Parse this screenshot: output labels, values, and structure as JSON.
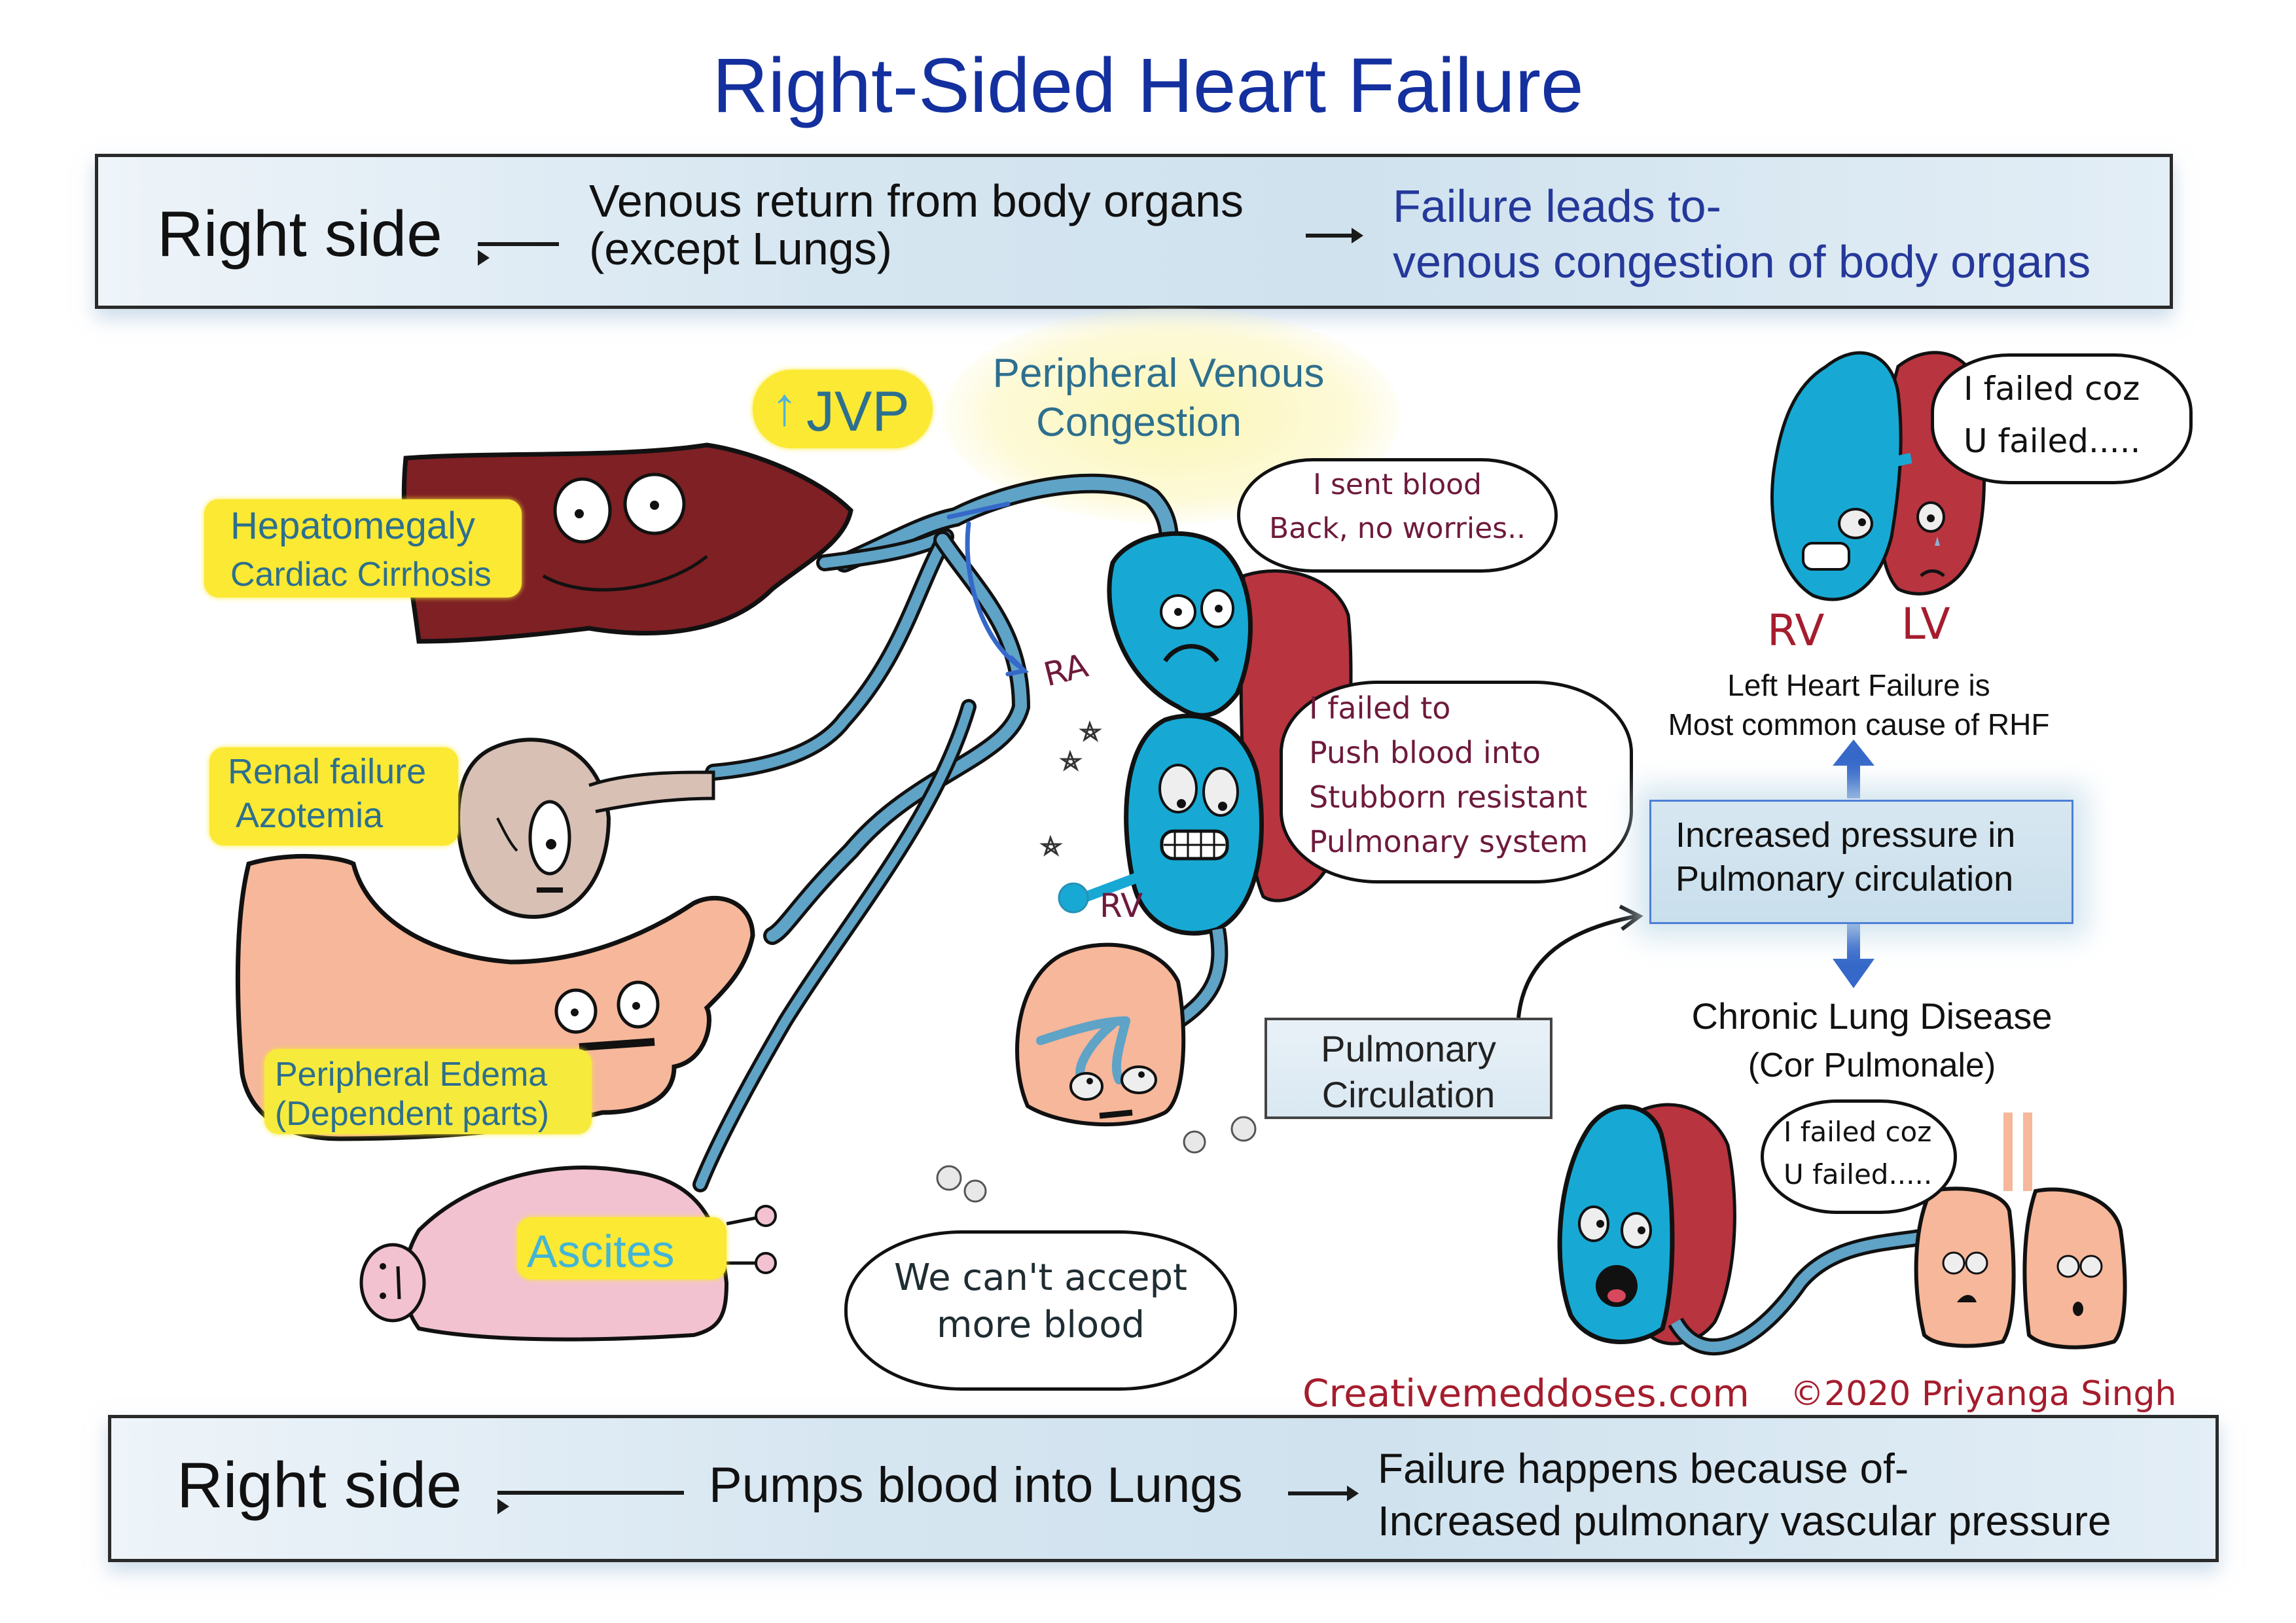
{
  "title": "Right-Sided Heart Failure",
  "top_band": {
    "subject": "Right side",
    "function_line1": "Venous return from body organs",
    "function_line2": "(except Lungs)",
    "consequence_line1": "Failure leads to-",
    "consequence_line2": "venous congestion of body organs"
  },
  "center_labels": {
    "jvp_arrow": "↑",
    "jvp": "JVP",
    "congestion_line1": "Peripheral Venous",
    "congestion_line2": "Congestion"
  },
  "organs": {
    "liver": {
      "line1": "Hepatomegaly",
      "line2": "Cardiac Cirrhosis"
    },
    "kidney": {
      "line1": "Renal failure",
      "line2": "Azotemia"
    },
    "feet": {
      "line1": "Peripheral Edema",
      "line2": "(Dependent parts)"
    },
    "abdomen": {
      "label": "Ascites"
    }
  },
  "heart": {
    "ra_label": "RA",
    "rv_label": "RV",
    "speech_ra": {
      "line1": "I sent blood",
      "line2": "Back, no worries.."
    },
    "speech_rv": {
      "line1": "I failed to",
      "line2": "Push blood into",
      "line3": "Stubborn resistant",
      "line4": "Pulmonary system"
    }
  },
  "lung": {
    "speech": {
      "line1": "We can't accept",
      "line2": "more blood"
    }
  },
  "pulmonary_box": {
    "line1": "Pulmonary",
    "line2": "Circulation"
  },
  "causes": {
    "pair_rv": "RV",
    "pair_lv": "LV",
    "pair_speech": {
      "line1": "I failed coz",
      "line2": "U failed....."
    },
    "left_hf_line1": "Left Heart Failure is",
    "left_hf_line2": "Most common cause of RHF",
    "pressure_line1": "Increased pressure in",
    "pressure_line2": "Pulmonary circulation",
    "lung_disease_line1": "Chronic Lung Disease",
    "lung_disease_line2": "(Cor Pulmonale)",
    "cor_speech": {
      "line1": "I failed coz",
      "line2": "U failed....."
    }
  },
  "credits": {
    "site": "Creativemeddoses.com",
    "copyright": "©2020 Priyanga Singh"
  },
  "bottom_band": {
    "subject": "Right side",
    "function": "Pumps blood into Lungs",
    "cause_line1": "Failure happens because of-",
    "cause_line2": "Increased pulmonary vascular pressure"
  },
  "colors": {
    "title_blue": "#14309f",
    "label_teal": "#2d6f8e",
    "highlight_yellow": "#fbe933",
    "heart_blue": "#17a9d4",
    "heart_red": "#b8343f",
    "liver": "#7e2024",
    "vein_blue": "#5fa3c7",
    "skin_peach": "#f6b79a",
    "ascites_pink": "#f2c2d0",
    "speech_maroon": "#6e1a3c",
    "credit_red": "#a51d2d",
    "flow_arrow_blue": "#3568c9"
  }
}
